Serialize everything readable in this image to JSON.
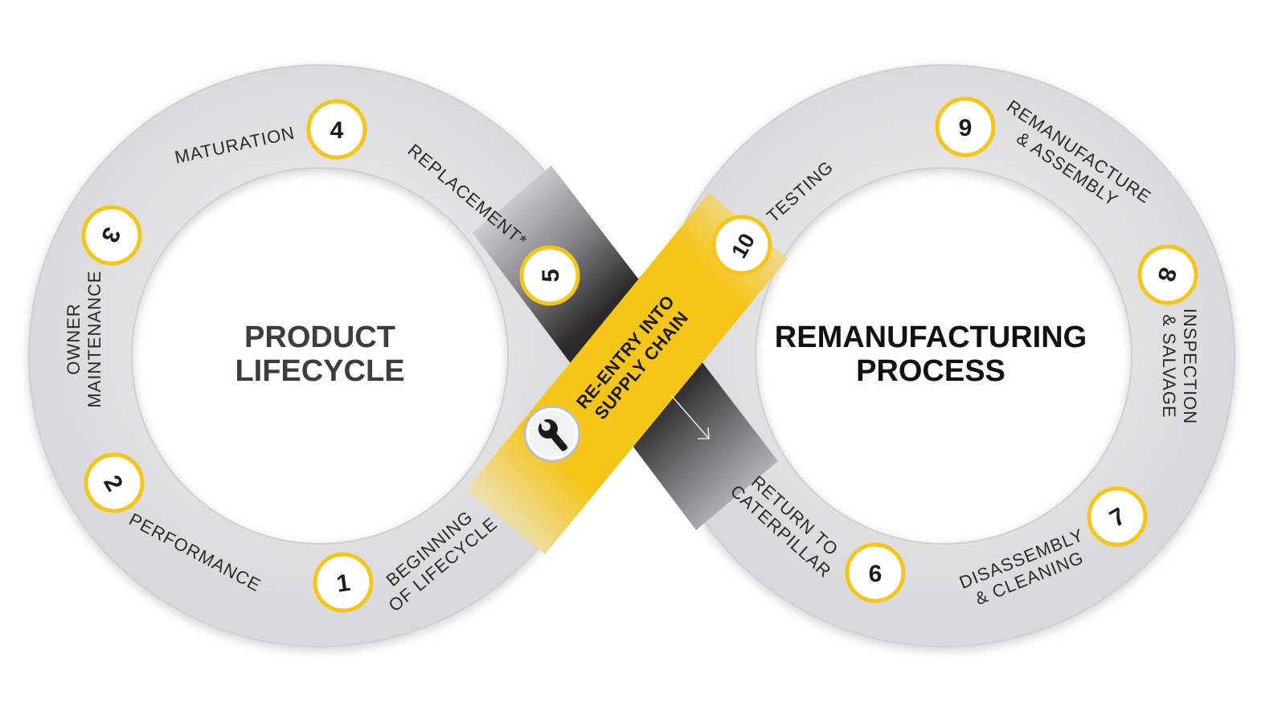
{
  "left_title": [
    "PRODUCT",
    "LIFECYCLE"
  ],
  "right_title": [
    "REMANUFACTURING",
    "PROCESS"
  ],
  "center_label": [
    "RE-ENTRY INTO",
    "SUPPLY CHAIN"
  ],
  "center_icon": "wrench-icon",
  "colors": {
    "accent": "#f5c518",
    "track": "#e2e2e4",
    "dark": "#2b292a",
    "left_title": "#3d3d3d",
    "right_title": "#111111"
  },
  "steps": [
    {
      "number": "1",
      "label": [
        "BEGINNING",
        "OF LIFECYCLE"
      ]
    },
    {
      "number": "2",
      "label": [
        "PERFORMANCE"
      ]
    },
    {
      "number": "3",
      "label": [
        "OWNER",
        "MAINTENANCE"
      ]
    },
    {
      "number": "4",
      "label": [
        "MATURATION"
      ]
    },
    {
      "number": "5",
      "label": [
        "REPLACEMENT*"
      ]
    },
    {
      "number": "6",
      "label": [
        "RETURN TO",
        "CATERPILLAR"
      ]
    },
    {
      "number": "7",
      "label": [
        "DISASSEMBLY",
        "& CLEANING"
      ]
    },
    {
      "number": "8",
      "label": [
        "INSPECTION",
        "& SALVAGE"
      ]
    },
    {
      "number": "9",
      "label": [
        "REMANUFACTURE",
        "& ASSEMBLY"
      ]
    },
    {
      "number": "10",
      "label": [
        "TESTING"
      ]
    }
  ]
}
